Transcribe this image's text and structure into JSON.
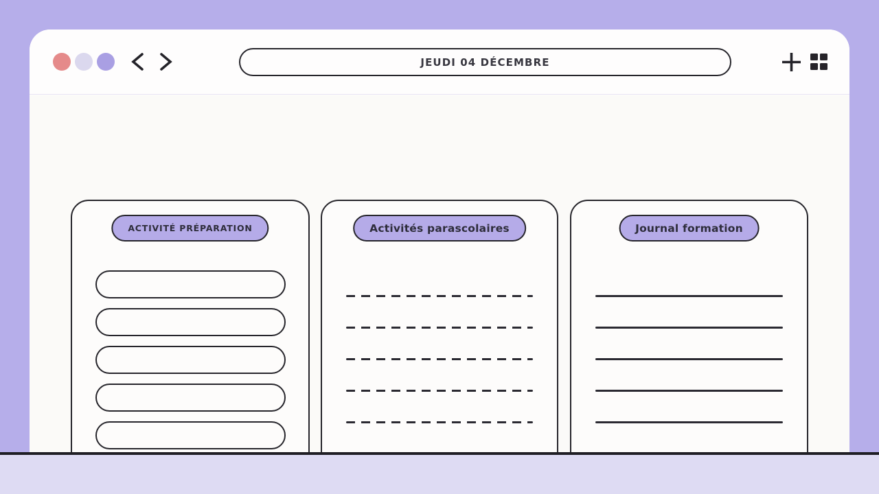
{
  "window": {
    "traffic_lights": [
      {
        "name": "close",
        "color": "#e58a8a"
      },
      {
        "name": "minimize",
        "color": "#dbd8ee"
      },
      {
        "name": "maximize",
        "color": "#a99fe3"
      }
    ],
    "toolbar": {
      "back_icon": "chevron-left-icon",
      "forward_icon": "chevron-right-icon",
      "address_text": "JEUDI 04 DÉCEMBRE",
      "new_tab_icon": "plus-icon",
      "apps_icon": "grid-icon"
    }
  },
  "cards": [
    {
      "title": "ACTIVITÉ PRÉPARATION",
      "content_type": "pill-fields",
      "row_count": 5
    },
    {
      "title": "Activités parascolaires",
      "content_type": "dashed-lines",
      "row_count": 6
    },
    {
      "title": "Journal formation",
      "content_type": "solid-lines",
      "row_count": 6
    }
  ],
  "colors": {
    "page_background": "#b6aeea",
    "footer_band": "#dedbf3",
    "window_background": "#fdfcfb",
    "badge_background": "#b5abe8",
    "outline": "#26252b"
  }
}
